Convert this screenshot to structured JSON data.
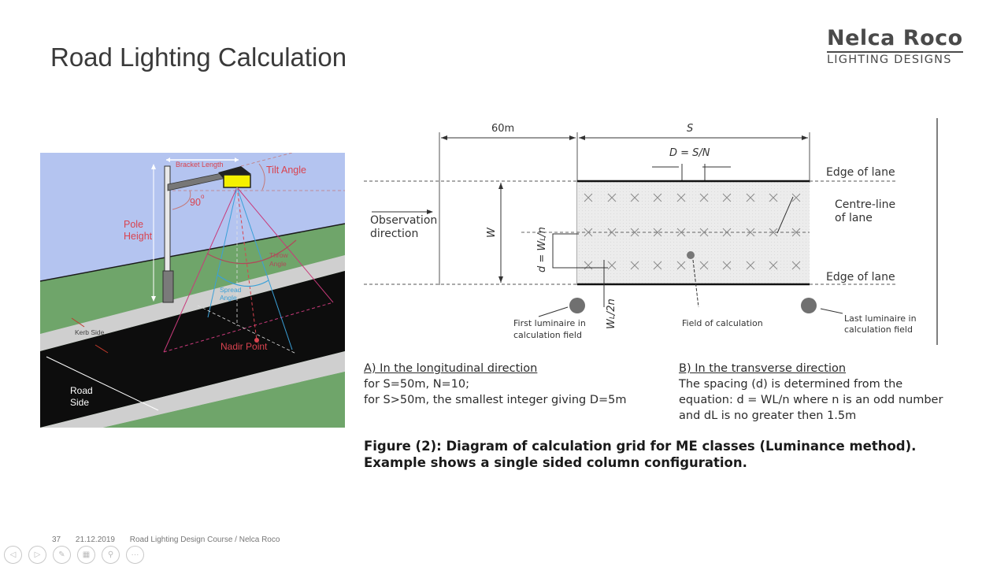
{
  "slide": {
    "title": "Road Lighting Calculation",
    "logo": {
      "name": "Nelca Roco",
      "subtitle": "LIGHTING DESIGNS"
    }
  },
  "road_illustration": {
    "labels": {
      "bracket_length": "Bracket Length",
      "tilt_angle": "Tilt Angle",
      "right_angle": "90",
      "degree": "o",
      "pole_height_1": "Pole",
      "pole_height_2": "Height",
      "throw_angle_1": "Throw",
      "throw_angle_2": "Angle",
      "spread_angle_1": "Spread",
      "spread_angle_2": "Angle",
      "kerb_side": "Kerb Side",
      "nadir_point": "Nadir Point",
      "road_side_1": "Road",
      "road_side_2": "Side"
    },
    "colors": {
      "sky": "#b4c4f0",
      "grass": "#6fa56a",
      "kerb": "#cfcfcf",
      "road": "#0d0d0d",
      "luminaire": "#f5f000",
      "label_red": "#d9434f",
      "beam_blue": "#3aa0d8",
      "beam_pink": "#c83a7a"
    }
  },
  "grid_diagram": {
    "labels": {
      "dist_60m": "60m",
      "dist_s": "S",
      "spacing_D": "D = S/N",
      "edge_of_lane_top": "Edge of lane",
      "edge_of_lane_bottom": "Edge of lane",
      "centre_line_1": "Centre-line",
      "centre_line_2": "of lane",
      "observation_1": "Observation",
      "observation_2": "direction",
      "width_WL": "W",
      "width_WL_sub": "L",
      "dL": "d",
      "dL_formula": "=W",
      "dL_formula_end": "/n",
      "half_spacing": "W",
      "half_spacing_end": "/2n",
      "first_luminaire_1": "First luminaire in",
      "first_luminaire_2": "calculation field",
      "field_of_calculation": "Field of calculation",
      "last_luminaire_1": "Last luminaire in",
      "last_luminaire_2": "calculation field"
    },
    "grid": {
      "columns": 10,
      "rows": 3
    }
  },
  "notes": {
    "longitudinal": {
      "heading": "A) In the longitudinal direction",
      "line1": "for S=50m, N=10;",
      "line2": "for S>50m, the smallest integer giving D=5m"
    },
    "transverse": {
      "heading": "B) In the transverse direction",
      "line1": "The spacing (d) is determined from the",
      "line2": "equation: d = WL/n where n is an odd number",
      "line3": "and dL is no greater then 1.5m"
    }
  },
  "caption": {
    "line1": "Figure (2): Diagram of calculation grid for ME classes (Luminance method).",
    "line2": "Example shows a single sided column configuration."
  },
  "footer": {
    "slide_number": "37",
    "date": "21.12.2019",
    "course": "Road Lighting Design Course / Nelca Roco"
  },
  "nav_controls": [
    {
      "name": "previous-slide",
      "glyph": "◁"
    },
    {
      "name": "next-slide",
      "glyph": "▷"
    },
    {
      "name": "pen-tool",
      "glyph": "✎"
    },
    {
      "name": "slide-sorter",
      "glyph": "▦"
    },
    {
      "name": "zoom",
      "glyph": "⚲"
    },
    {
      "name": "more-options",
      "glyph": "···"
    }
  ]
}
